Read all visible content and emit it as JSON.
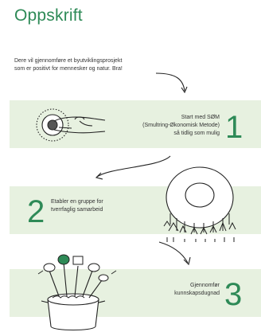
{
  "title": "Oppskrift",
  "intro": {
    "line1": "Dere vil gjennomføre et byutviklingsprosjekt",
    "line2": "som er positivt for mennesker og natur. Bra!"
  },
  "steps": [
    {
      "number": "1",
      "lines": [
        "Start med SØM",
        "(Smultring-Økonomisk Metode)",
        "så tidlig som mulig"
      ],
      "illustration": "hand-pressing-donut-button"
    },
    {
      "number": "2",
      "lines": [
        "Etabler en gruppe for",
        "tverrfaglig samarbeid"
      ],
      "illustration": "people-holding-donut"
    },
    {
      "number": "3",
      "lines": [
        "Gjennomfør",
        "kunnskapsdugnad"
      ],
      "illustration": "cooking-pot-with-utensils"
    }
  ],
  "colors": {
    "accent": "#2e8a57",
    "band": "#e7f1e0",
    "text": "#333333"
  }
}
